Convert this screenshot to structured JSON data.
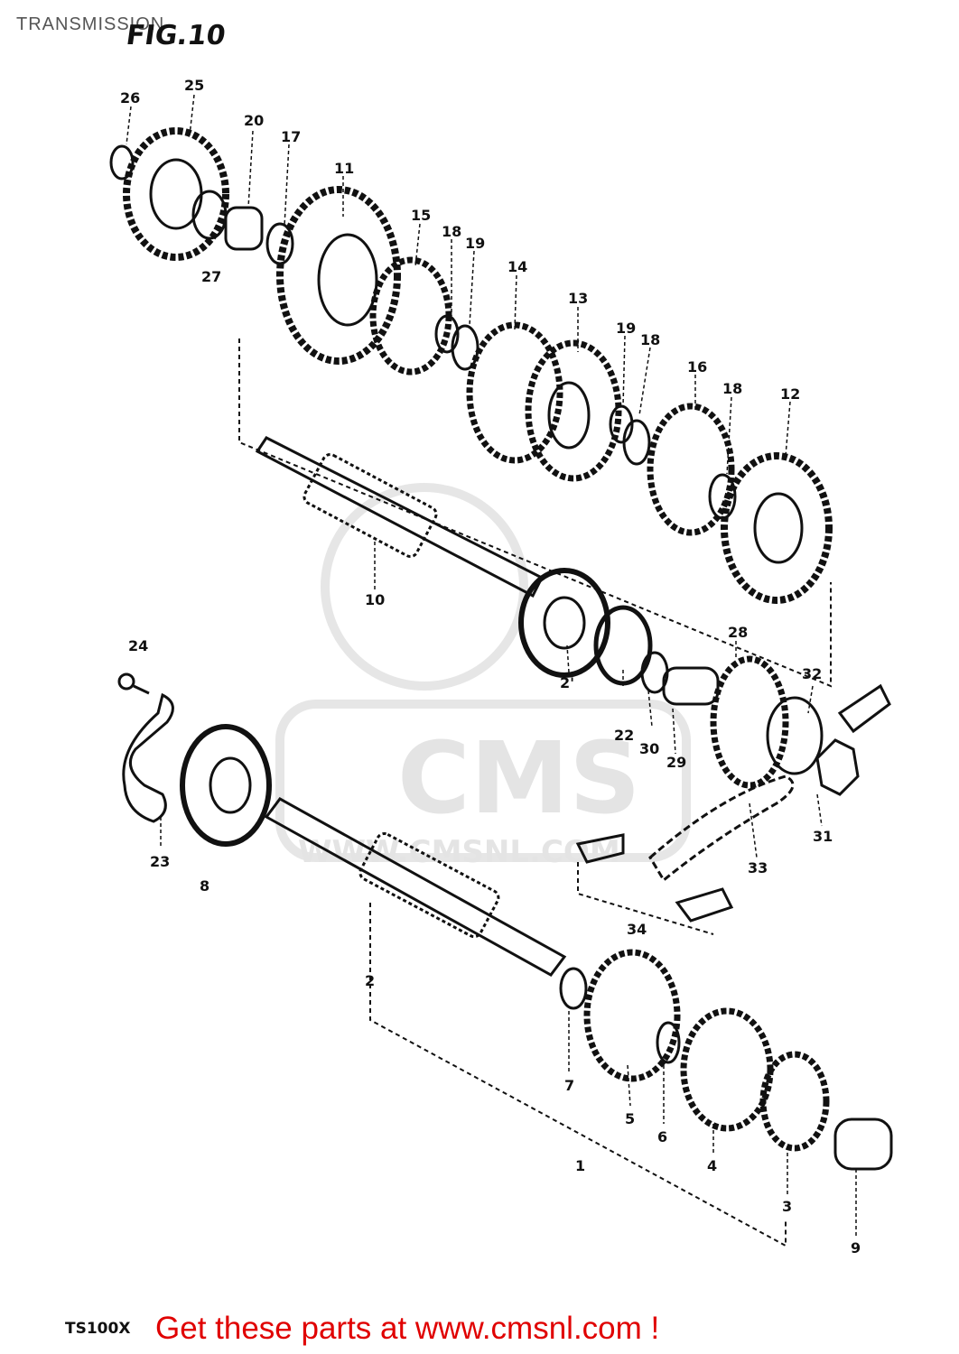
{
  "header": {
    "title": "TRANSMISSION",
    "figure": "FIG.10"
  },
  "watermark": {
    "brand": "CMS",
    "url": "WWW.CMSNL.COM"
  },
  "callouts": [
    "1",
    "2",
    "3",
    "4",
    "5",
    "6",
    "7",
    "8",
    "9",
    "10",
    "11",
    "12",
    "13",
    "14",
    "15",
    "16",
    "17",
    "18",
    "18",
    "18",
    "19",
    "19",
    "20",
    "2'",
    "22",
    "23",
    "24",
    "25",
    "26",
    "27",
    "28",
    "29",
    "30",
    "31",
    "32",
    "33",
    "34"
  ],
  "footer": {
    "model": "TS100X",
    "cta": "Get these parts at www.cmsnl.com !"
  },
  "colors": {
    "ink": "#111111",
    "cta": "#e00000",
    "watermark": "#e6e6e6"
  }
}
